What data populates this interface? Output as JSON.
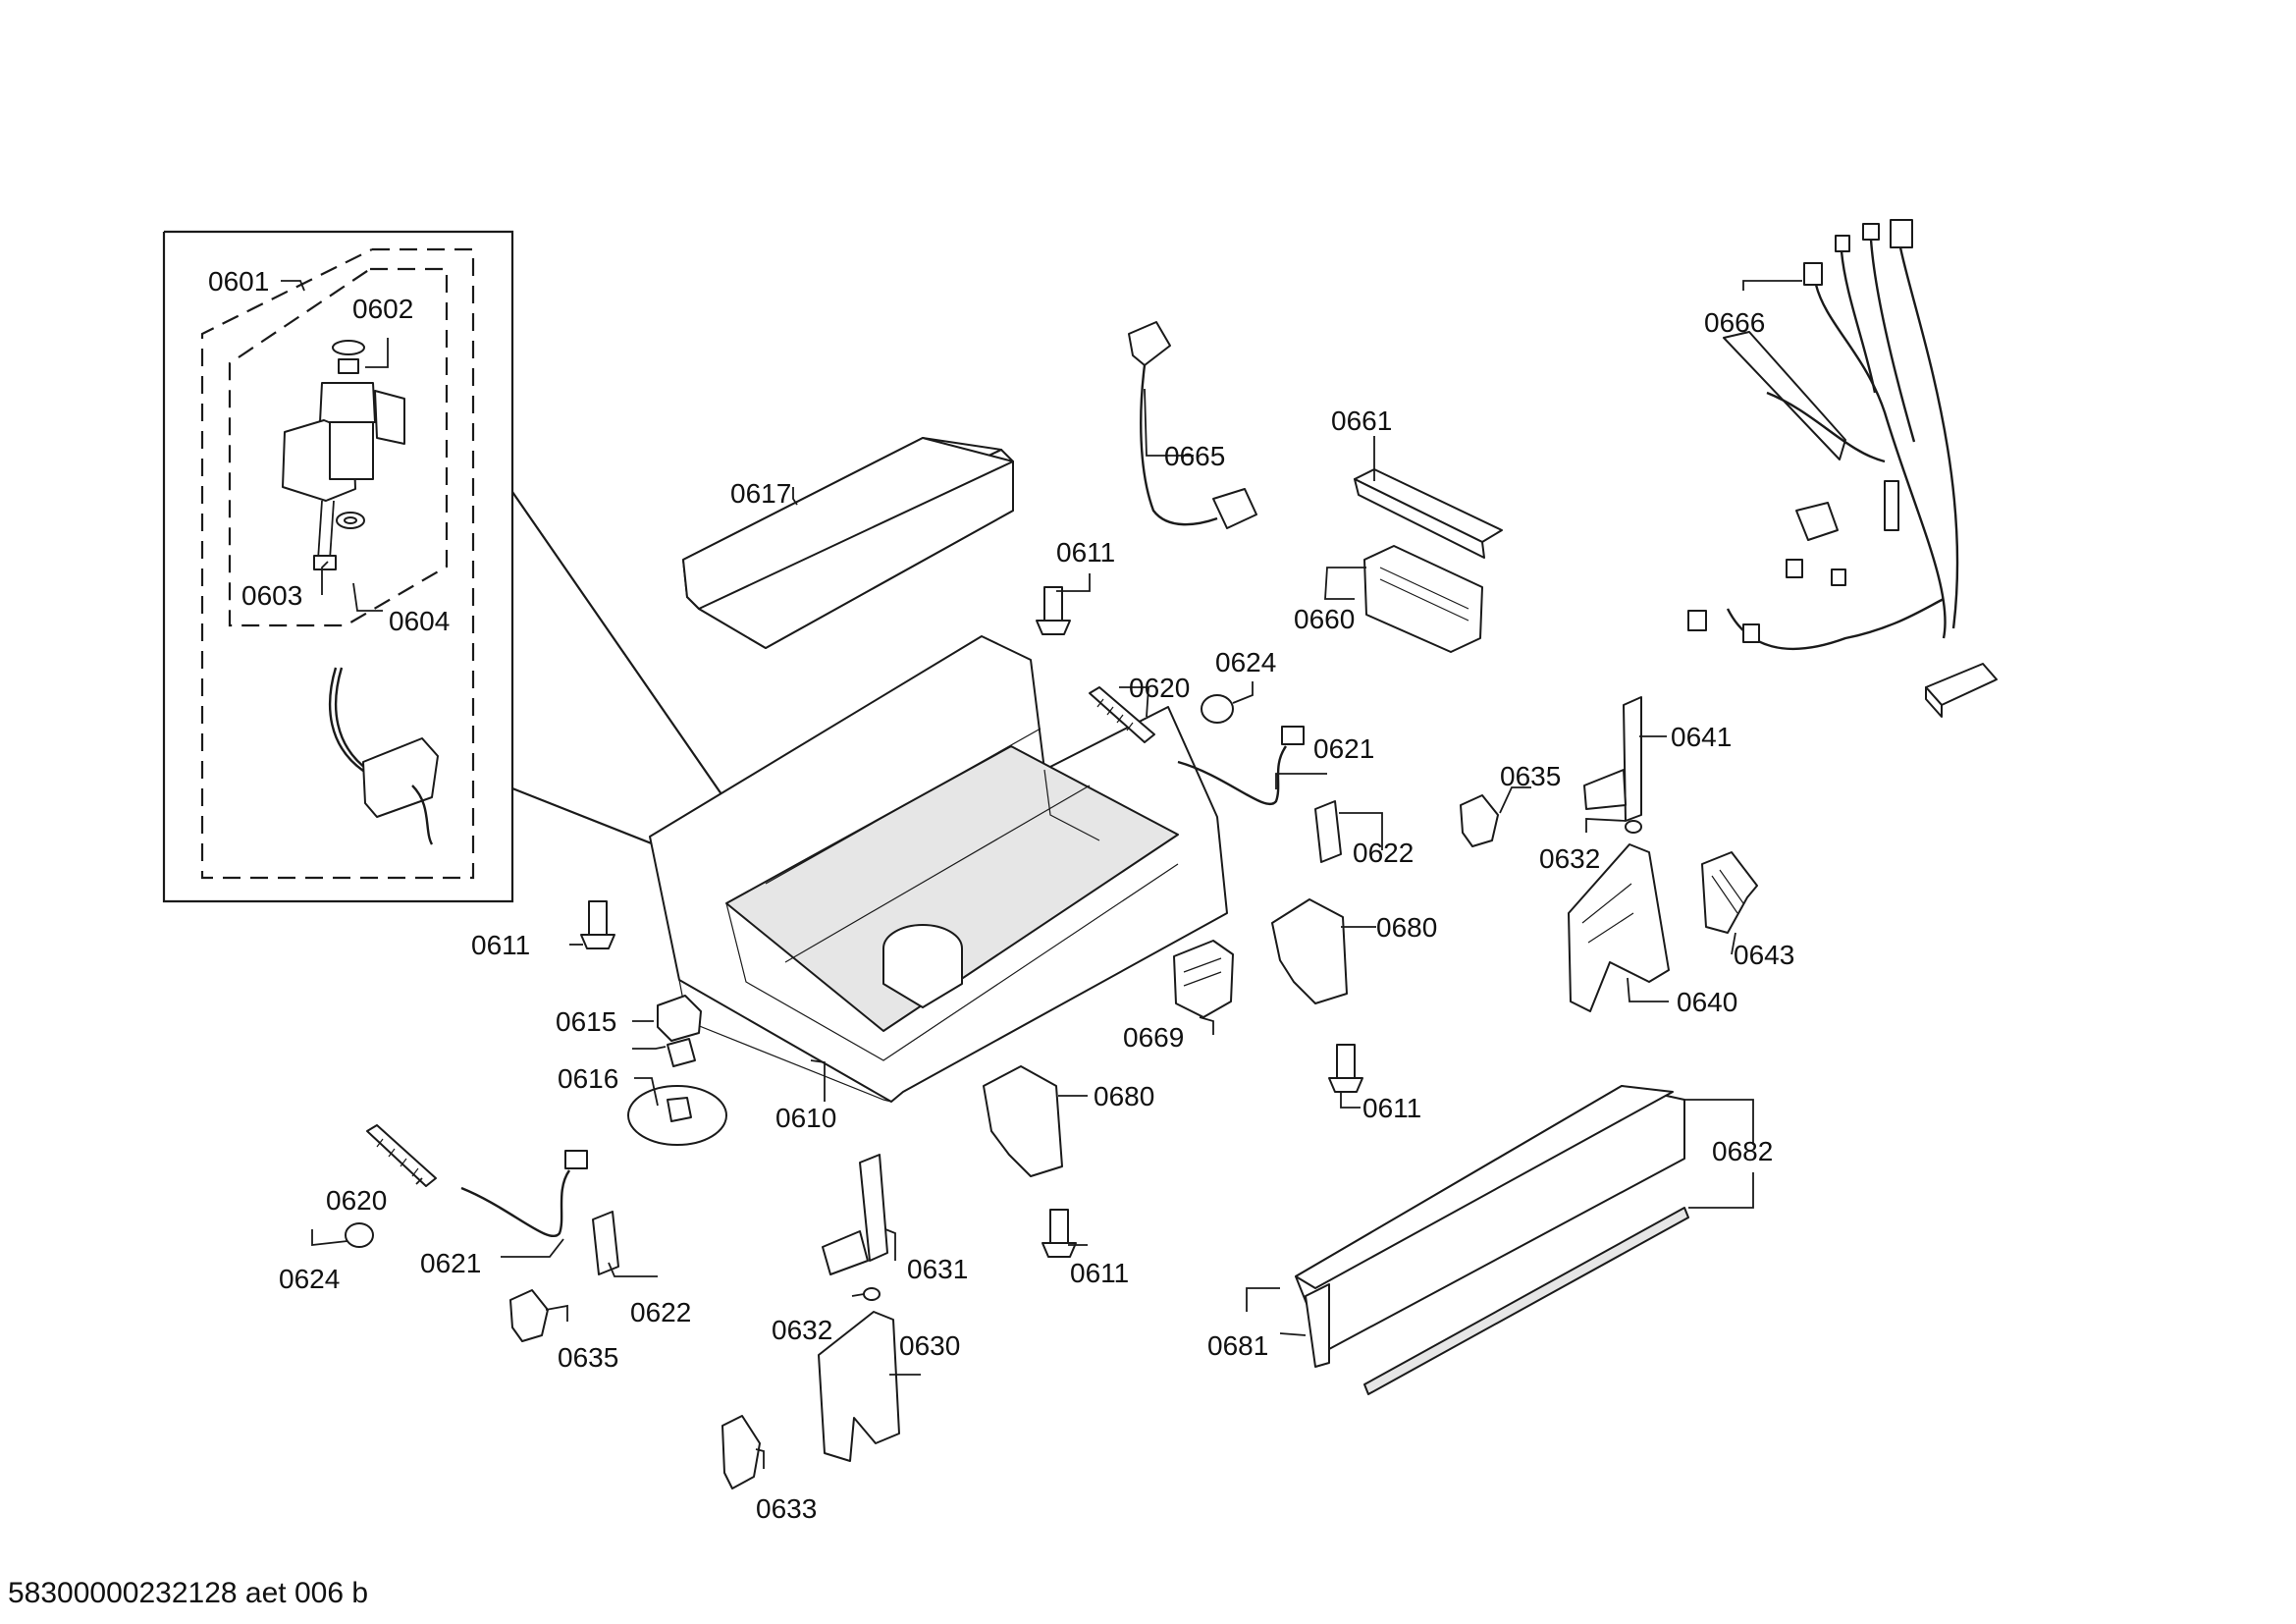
{
  "labels": {
    "l0601": "0601",
    "l0602": "0602",
    "l0603": "0603",
    "l0604": "0604",
    "l0617": "0617",
    "l0665": "0665",
    "l0661": "0661",
    "l0660": "0660",
    "l0666": "0666",
    "l0611a": "0611",
    "l0620a": "0620",
    "l0624a": "0624",
    "l0621a": "0621",
    "l0622a": "0622",
    "l0635a": "0635",
    "l0641": "0641",
    "l0632a": "0632",
    "l0643": "0643",
    "l0680a": "0680",
    "l0640": "0640",
    "l0669": "0669",
    "l0611b": "0611",
    "l0611c": "0611",
    "l0615": "0615",
    "l0616": "0616",
    "l0610": "0610",
    "l0680b": "0680",
    "l0682": "0682",
    "l0620b": "0620",
    "l0624b": "0624",
    "l0621b": "0621",
    "l0622b": "0622",
    "l0635b": "0635",
    "l0631": "0631",
    "l0611d": "0611",
    "l0632b": "0632",
    "l0630": "0630",
    "l0633": "0633",
    "l0681": "0681"
  },
  "footer": "58300000232128 aet 006 b"
}
